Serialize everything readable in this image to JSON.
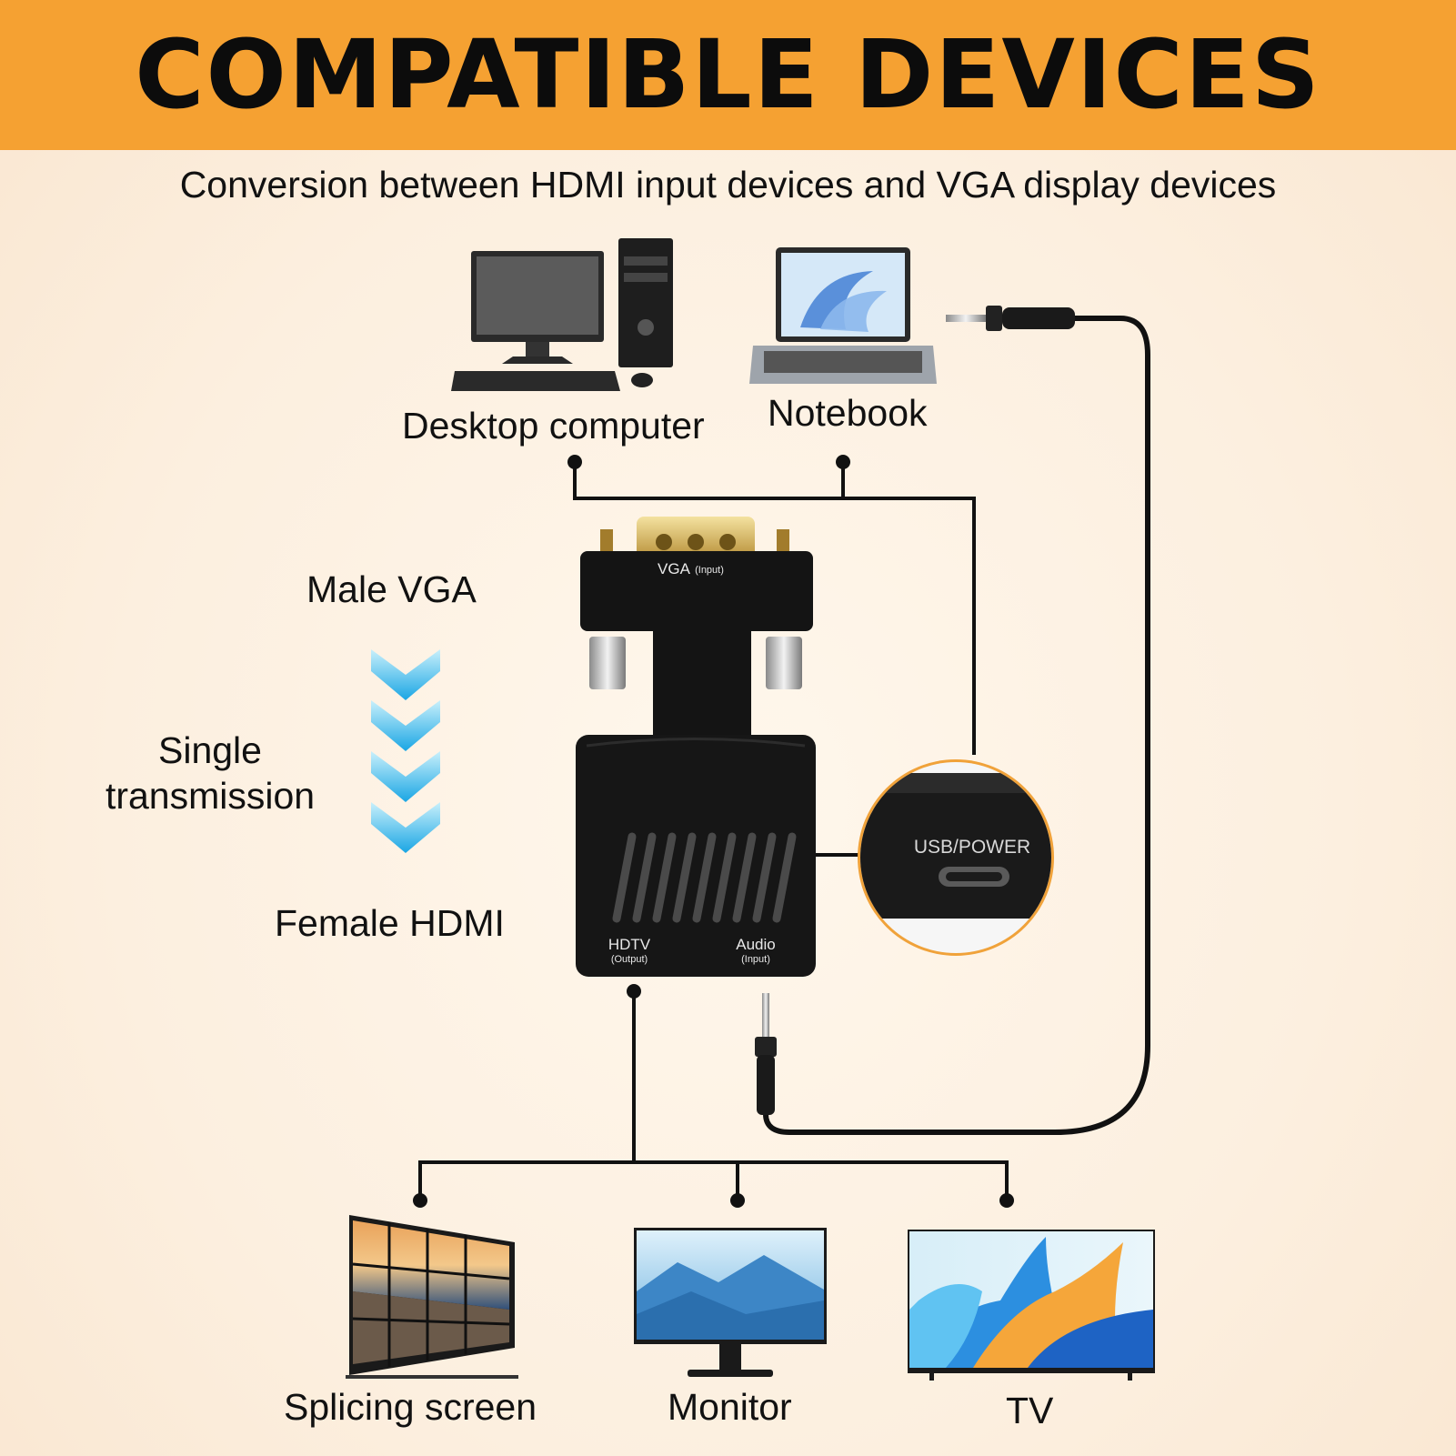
{
  "header": {
    "title": "COMPATIBLE DEVICES"
  },
  "subtitle": "Conversion between HDMI input devices and VGA display devices",
  "inputs": {
    "desktop": "Desktop computer",
    "notebook": "Notebook"
  },
  "connectors": {
    "male_vga": "Male VGA",
    "female_hdmi": "Female HDMI"
  },
  "transmission": {
    "line1": "Single",
    "line2": "transmission"
  },
  "adapter": {
    "vga_label": "VGA",
    "vga_sub": "(Input)",
    "hdtv_label": "HDTV",
    "hdtv_sub": "(Output)",
    "audio_label": "Audio",
    "audio_sub": "(Input)"
  },
  "zoom": {
    "port_label": "USB/POWER"
  },
  "outputs": {
    "splicing": "Splicing screen",
    "monitor": "Monitor",
    "tv": "TV"
  },
  "colors": {
    "banner": "#f5a132",
    "arrow": "#29b6e8",
    "zoom_ring": "#f0a23a"
  }
}
